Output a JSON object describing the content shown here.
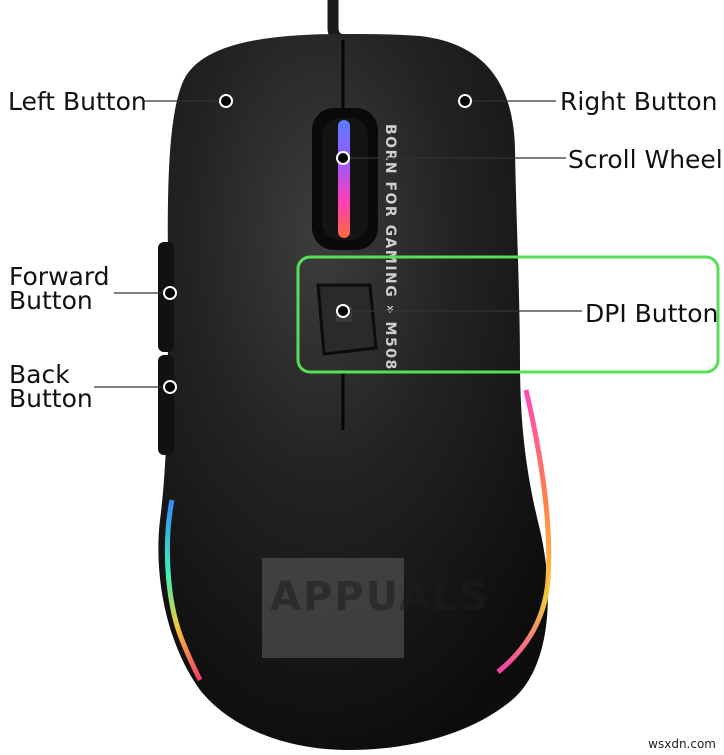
{
  "labels": {
    "left_button": "Left Button",
    "right_button": "Right Button",
    "scroll_wheel": "Scroll Wheel",
    "forward_button": [
      "Forward",
      "Button"
    ],
    "dpi_button": "DPI Button",
    "back_button": [
      "Back",
      "Button"
    ]
  },
  "mouse_branding": "BORN FOR GAMING » M508",
  "watermark": "APPUALS",
  "site": "wsxdn.com",
  "colors": {
    "mouse_body": "#1b1b1b",
    "highlight_box": "#55e055",
    "leader_lines": "#333333",
    "rgb_glow_pink": "#ff3fb4",
    "rgb_glow_blue": "#4a7dff",
    "rgb_glow_yellow": "#ffd23a"
  }
}
